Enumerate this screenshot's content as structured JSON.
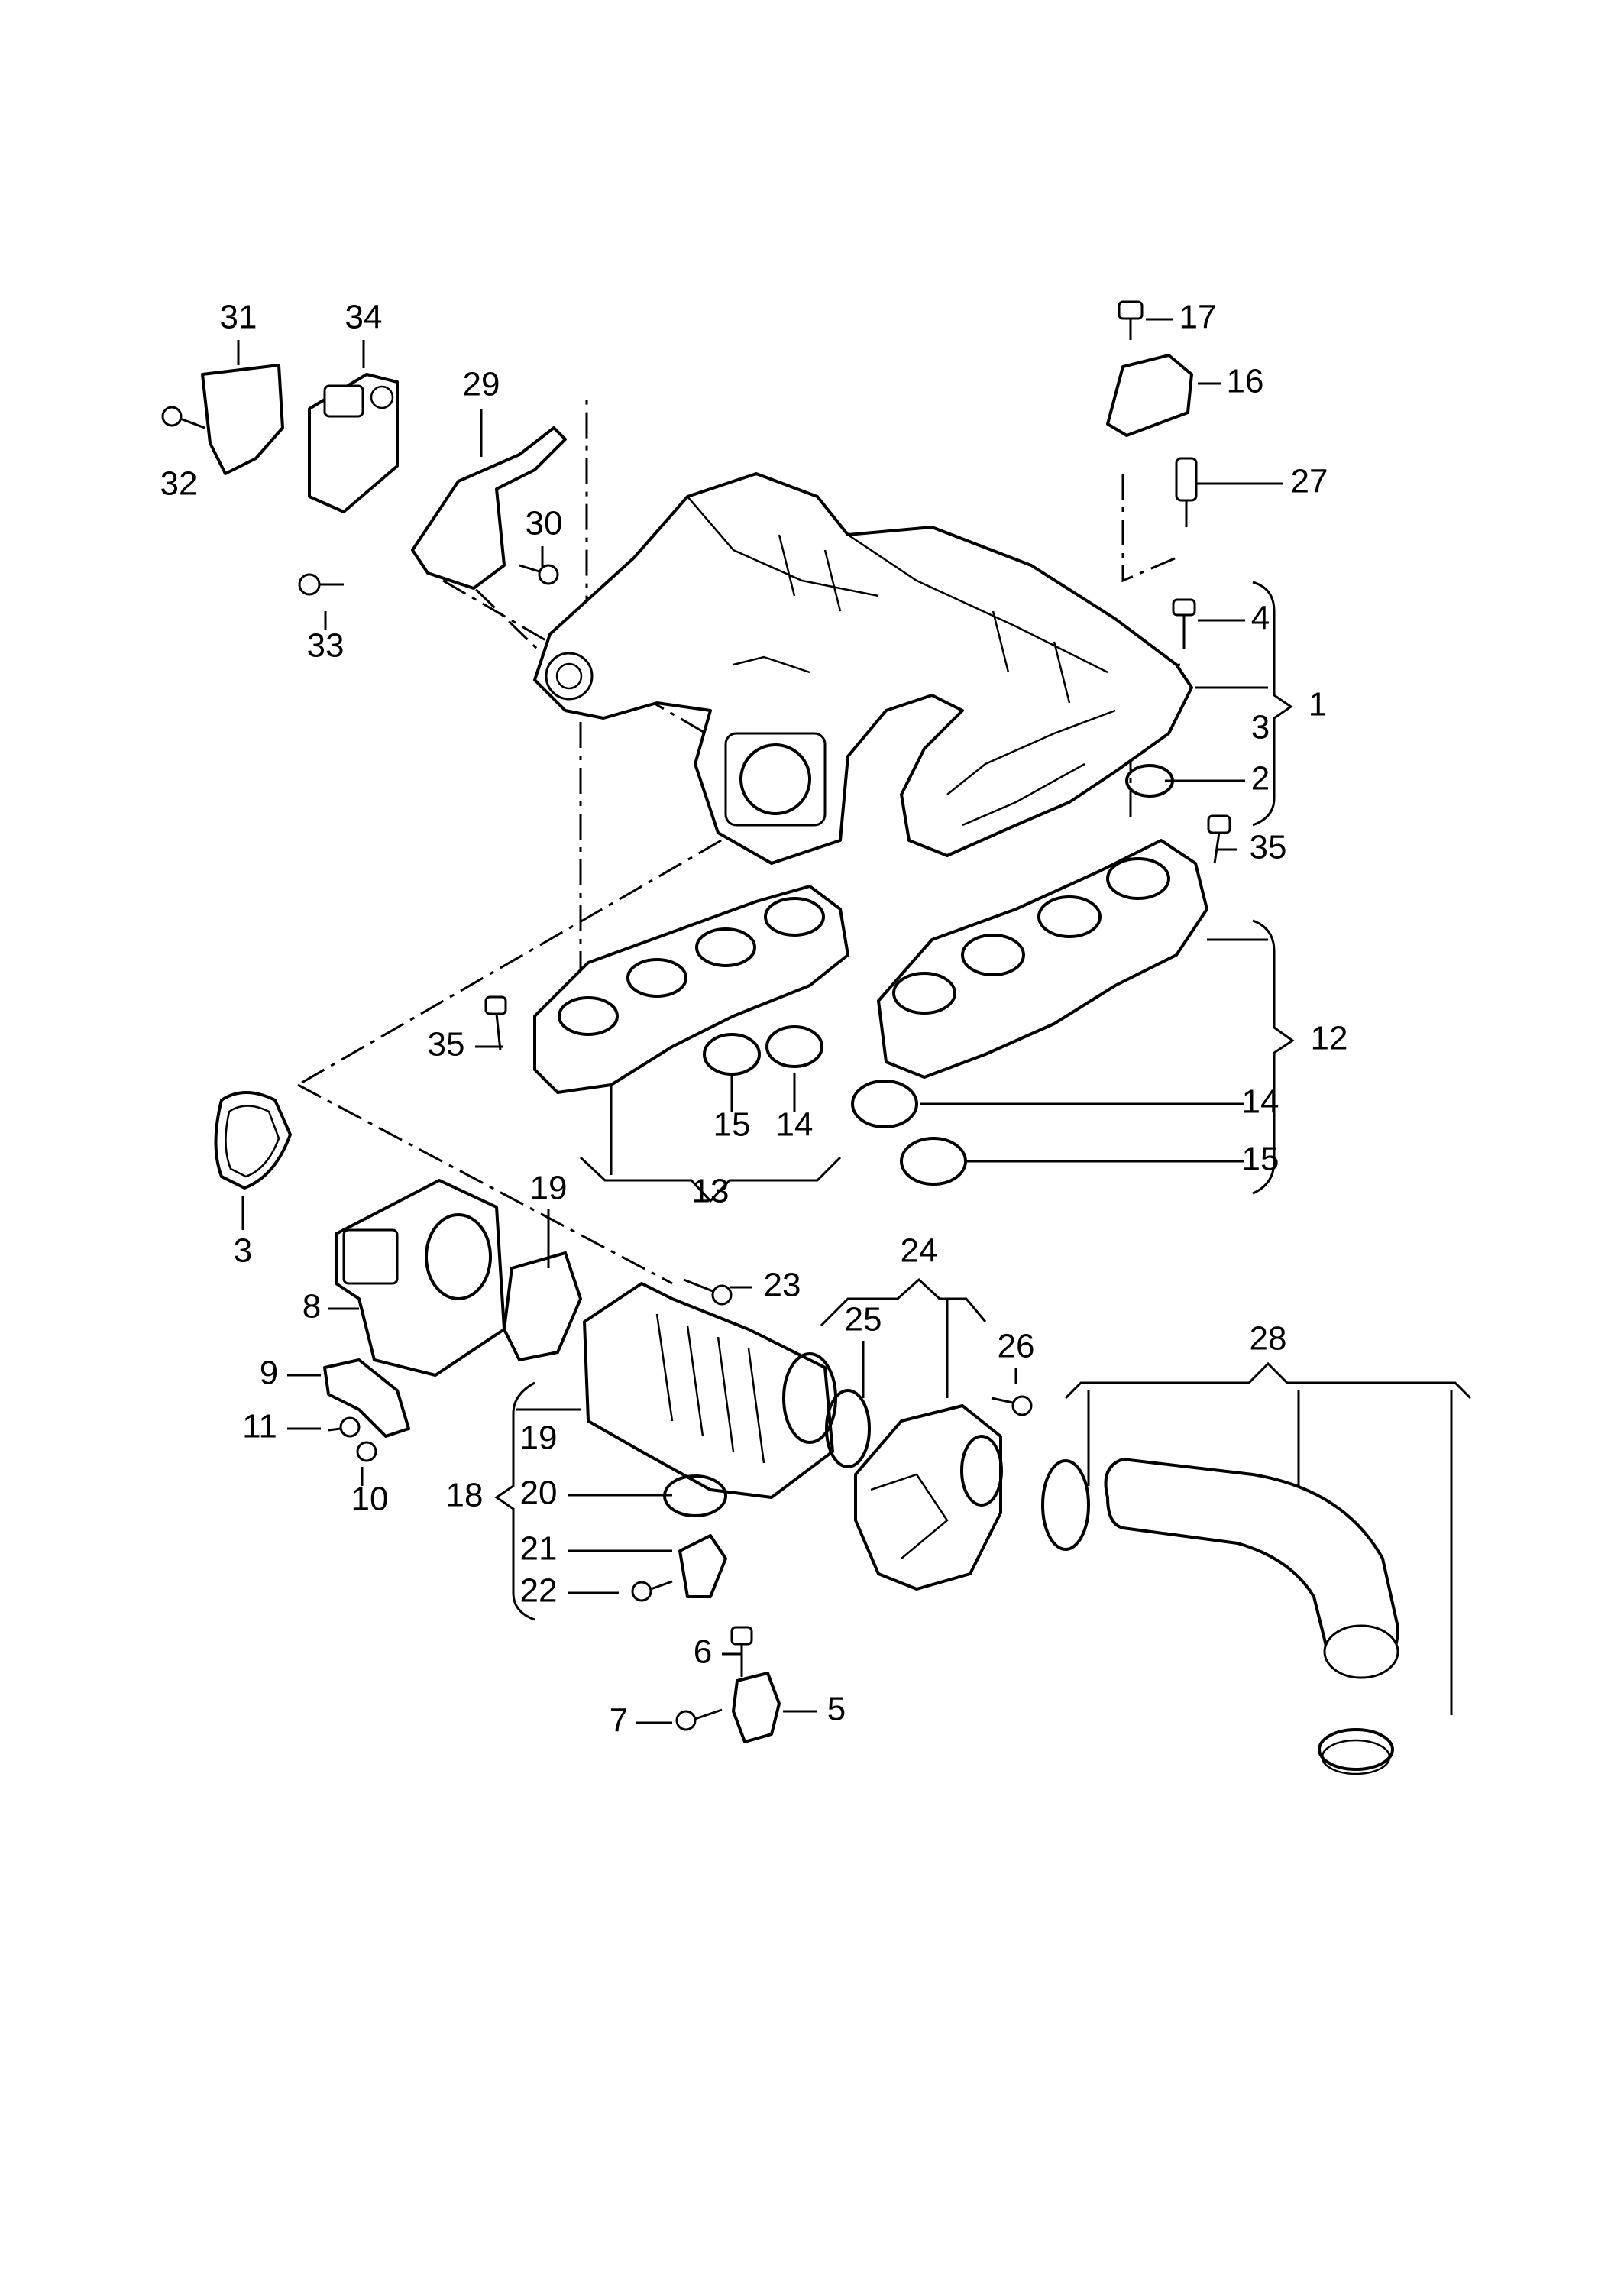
{
  "callouts": {
    "c1": "1",
    "c2": "2",
    "c3a": "3",
    "c3b": "3",
    "c4": "4",
    "c5": "5",
    "c6": "6",
    "c7": "7",
    "c8": "8",
    "c9": "9",
    "c10": "10",
    "c11": "11",
    "c12": "12",
    "c13": "13",
    "c14a": "14",
    "c14b": "14",
    "c15a": "15",
    "c15b": "15",
    "c16": "16",
    "c17": "17",
    "c18": "18",
    "c19a": "19",
    "c19b": "19",
    "c20": "20",
    "c21": "21",
    "c22": "22",
    "c23": "23",
    "c24": "24",
    "c25": "25",
    "c26": "26",
    "c27": "27",
    "c28": "28",
    "c29": "29",
    "c30": "30",
    "c31": "31",
    "c32": "32",
    "c33": "33",
    "c34": "34",
    "c35a": "35",
    "c35b": "35"
  }
}
